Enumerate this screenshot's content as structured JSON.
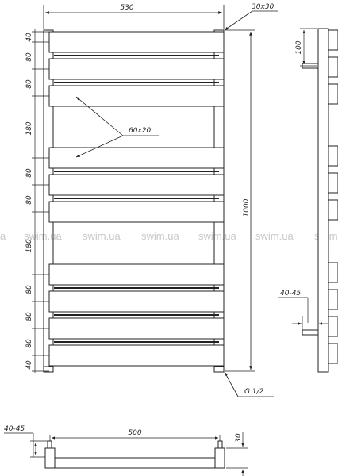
{
  "colors": {
    "line": "#222222",
    "bar": "#ffffff",
    "watermark": "#c8c8c8"
  },
  "labels": {
    "top_width": "530",
    "post_section": "30x30",
    "bar_section": "60x20",
    "total_height": "1000",
    "thread": "G 1/2",
    "side_top": "100",
    "side_offset": "40-45",
    "bottom_offset": "40-45",
    "bottom_spacing": "500",
    "bottom_depth": "30"
  },
  "left_spacings": [
    "40",
    "80",
    "80",
    "180",
    "80",
    "80",
    "180",
    "80",
    "80",
    "80",
    "40"
  ],
  "watermark": [
    "a",
    "swim.ua",
    "swim.ua",
    "swim.ua",
    "swim.ua",
    "swim.ua"
  ]
}
